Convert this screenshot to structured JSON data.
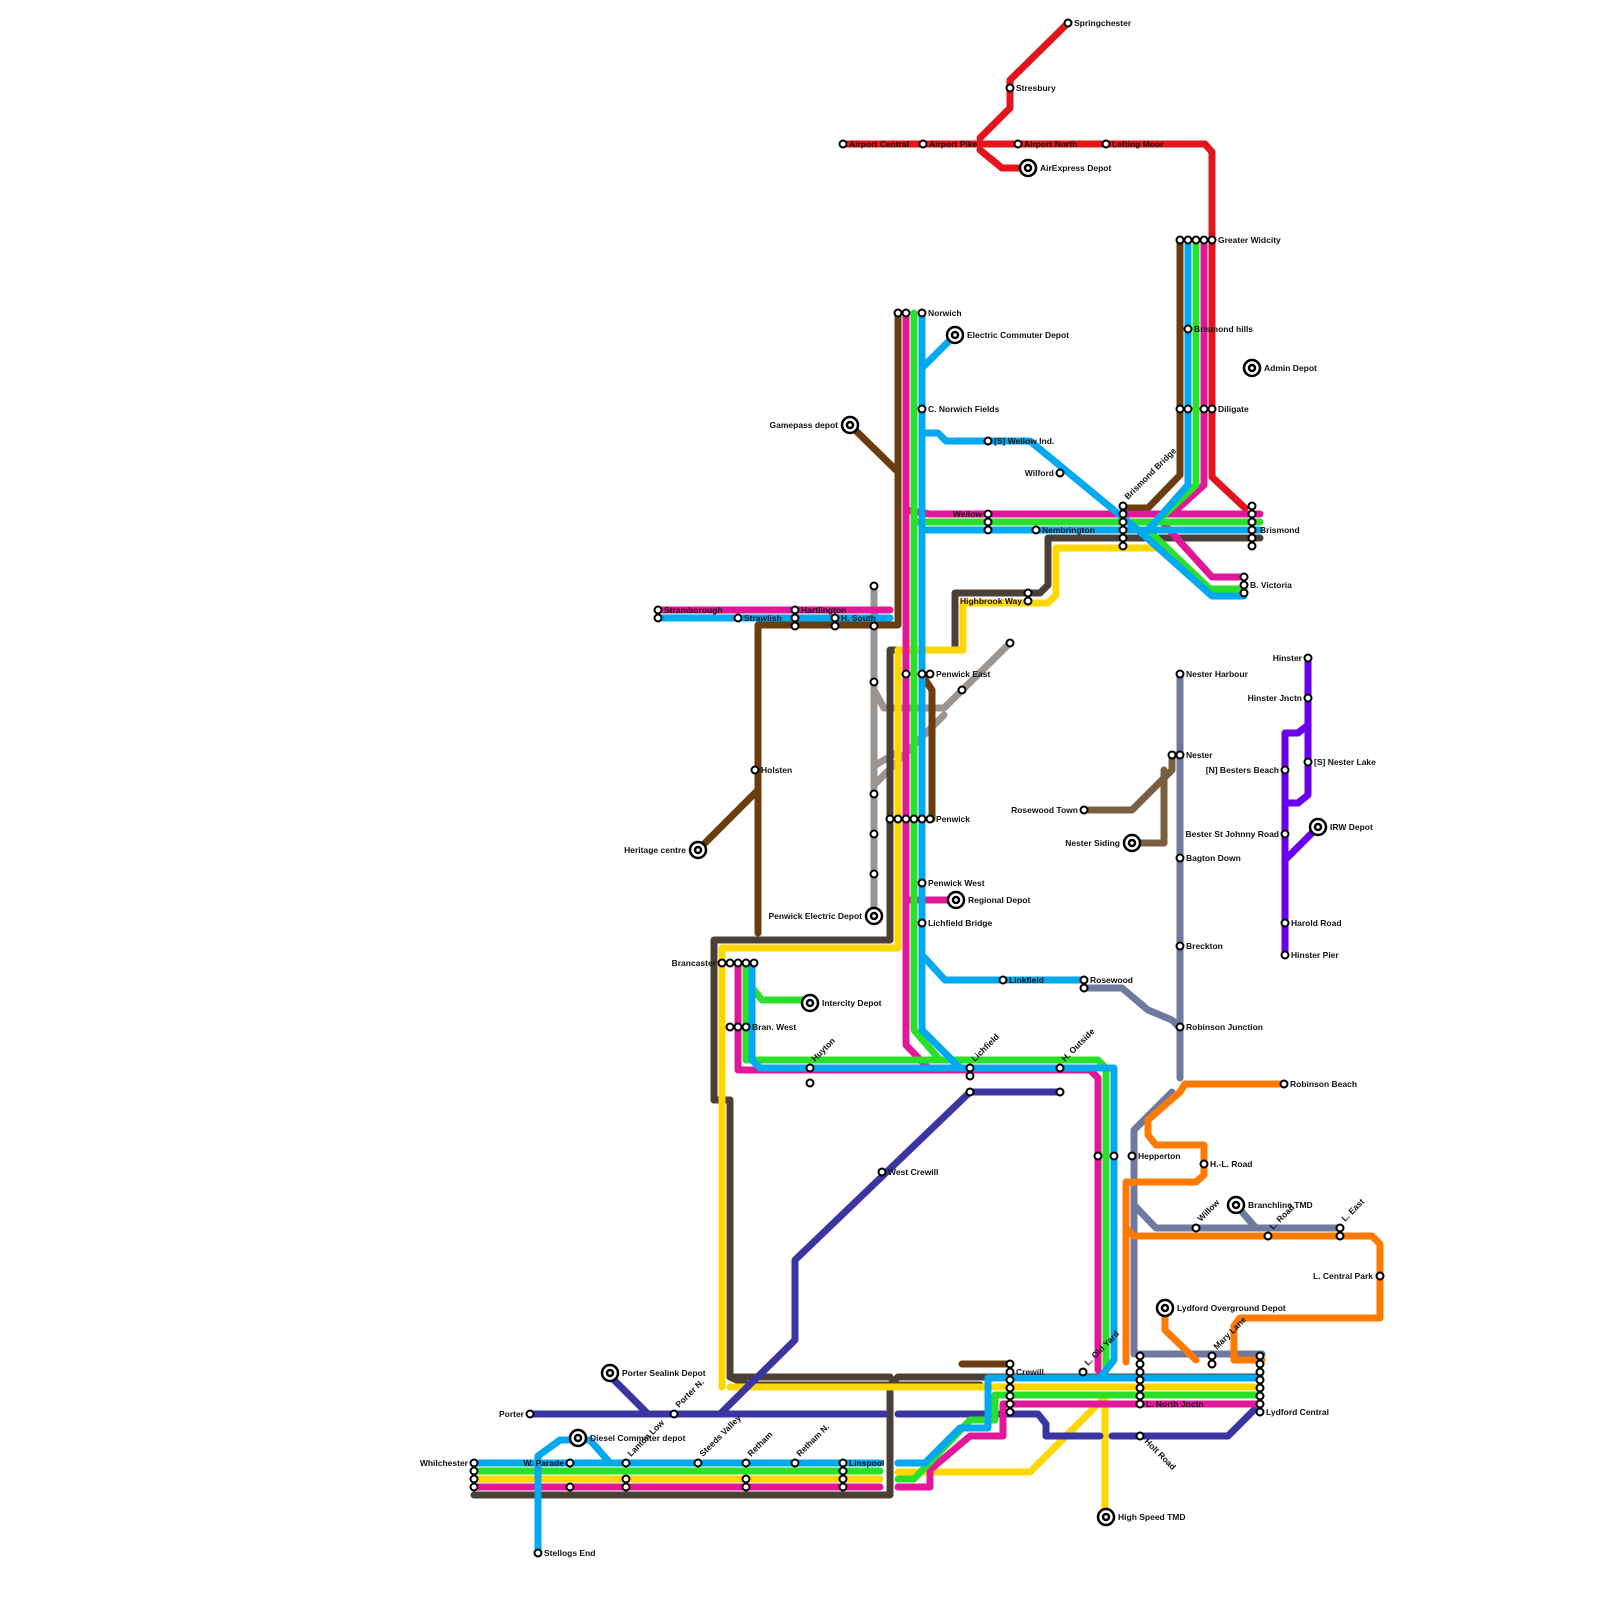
{
  "colors": {
    "red": "#E3141B",
    "blue": "#00A9F0",
    "green": "#2BE02B",
    "magenta": "#E2179A",
    "yellow": "#FFD700",
    "dark": "#4A4038",
    "brown": "#6B3C0E",
    "grey": "#9A9590",
    "indigo": "#3A35A0",
    "slate": "#6E7A9E",
    "orange": "#FF7A00",
    "violet": "#6A00F0",
    "tan": "#7A6040"
  },
  "labels": {
    "springchester": "Springchester",
    "stresbury": "Stresbury",
    "airport_central": "Airport Central",
    "airport_pike": "Airport Pike",
    "airport_north": "Airport North",
    "lefting_moor": "Lefting Moor",
    "airexpress_depot": "AirExpress Depot",
    "greater_widcity": "Greater Widcity",
    "brismond_hills": "Brismond hills",
    "admin_depot": "Admin Depot",
    "diligate": "Diligate",
    "norwich": "Norwich",
    "electric_commuter_depot": "Electric Commuter Depot",
    "c_norwich_fields": "C. Norwich Fields",
    "gamepass_depot": "Gamepass depot",
    "wellow_ind": "[S] Wellow Ind.",
    "wilford": "Wilford",
    "brismond_bridge": "Brismond Bridge",
    "wellow": "Wellow",
    "nembrington": "Nembrington",
    "brismond": "Brismond",
    "b_victoria": "B. Victoria",
    "highbrook_way": "Highbrook Way",
    "stramborough": "Stramborough",
    "strawlish": "Strawlish",
    "hartlington": "Hartlington",
    "h_south": "H. South",
    "penwick_east": "Penwick East",
    "nester_harbour": "Nester Harbour",
    "hinster": "Hinster",
    "hinster_jnctn": "Hinster Jnctn",
    "holsten": "Holsten",
    "nester": "Nester",
    "n_besters_beach": "[N] Besters Beach",
    "s_nester_lake": "[S] Nester Lake",
    "rosewood_town": "Rosewood Town",
    "penwick": "Penwick",
    "irw_depot": "IRW Depot",
    "bester_st_johnny_road": "Bester St Johnny Road",
    "nester_siding": "Nester Siding",
    "heritage_centre": "Heritage centre",
    "bagton_down": "Bagton Down",
    "penwick_west": "Penwick West",
    "regional_depot": "Regional Depot",
    "penwick_electric_depot": "Penwick Electric Depot",
    "lichfield_bridge": "Lichfield Bridge",
    "harold_road": "Harold Road",
    "hinster_pier": "Hinster Pier",
    "breckton": "Breckton",
    "brancaster": "Brancaster",
    "linkfield": "Linkfield",
    "rosewood": "Rosewood",
    "intercity_depot": "Intercity Depot",
    "bran_west": "Bran. West",
    "robinson_junction": "Robinson Junction",
    "huyton": "Huyton",
    "lichfield": "Lichfield",
    "h_outside": "H. Outside",
    "robinson_beach": "Robinson Beach",
    "west_crewill": "West Crewill",
    "hepperton": "Hepperton",
    "h_l_road": "H.-L. Road",
    "branchline_tmd": "Branchline TMD",
    "willow": "Willow",
    "l_road": "L. Road",
    "l_east": "L. East",
    "l_central_park": "L. Central Park",
    "lydford_overground_depot": "Lydford Overground Depot",
    "mary_lane": "Mary Lane",
    "porter_sealink_depot": "Porter Sealink Depot",
    "crewill": "Crewill",
    "l_old_yard": "L. Old Yard",
    "porter": "Porter",
    "porter_n": "Porter N.",
    "l_north_jnctn": "L. North Jnctn",
    "lydford_central": "Lydford Central",
    "diesel_commuter_depot": "Diesel Commuter depot",
    "lanton_low": "Lanton Low",
    "steeds_valley": "Steeds Valley",
    "retham": "Retham",
    "retham_n": "Retham N.",
    "whilchester": "Whilchester",
    "w_parade": "W. Parade",
    "linspool": "Linspool",
    "holt_road": "Holt Road",
    "high_speed_tmd": "High Speed TMD",
    "stellogs_end": "Stellogs End"
  }
}
